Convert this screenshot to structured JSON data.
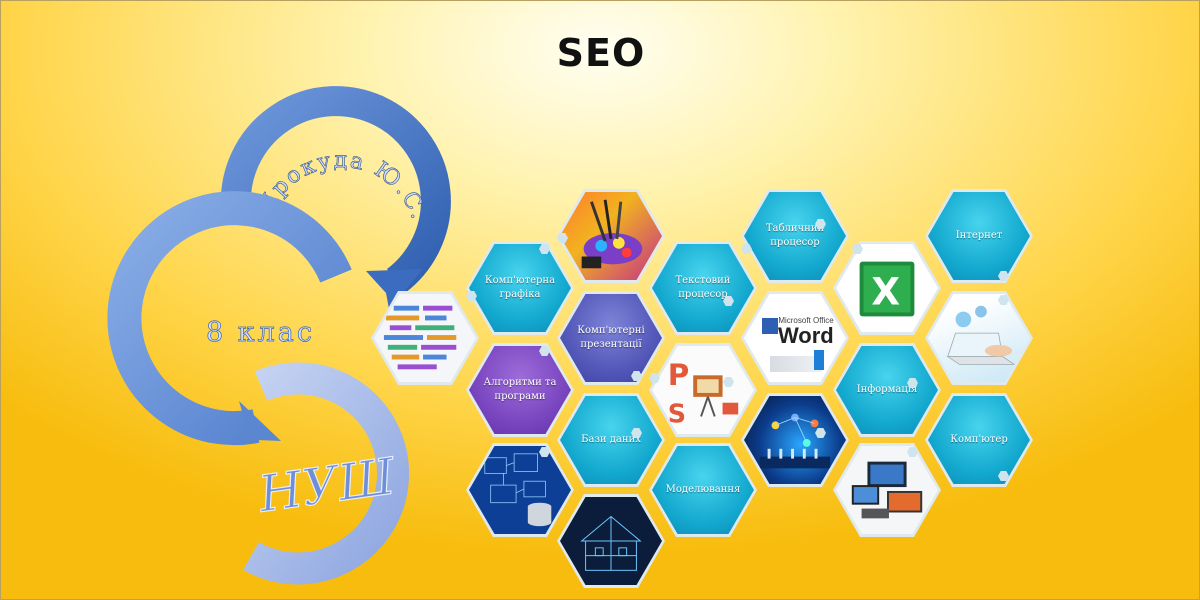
{
  "title": "SEO",
  "arcs": {
    "author": "Прокуда Ю.С.",
    "grade": "8 клас",
    "school": "НУШ"
  },
  "hexes": {
    "graphics": "Комп'ютерна графіка",
    "text_processor": "Текстовий процесор",
    "spreadsheet": "Табличний процесор",
    "internet": "Інтернет",
    "presentations": "Комп'ютерні презентації",
    "algorithms": "Алгоритми та програми",
    "databases": "Бази даних",
    "information": "Інформація",
    "computer": "Комп'ютер",
    "modeling": "Моделювання"
  },
  "images": {
    "word_logo_top": "Microsoft Office",
    "word_logo_bottom": "Word"
  },
  "colors": {
    "background": "#ffd54a",
    "cyan_hex": "#14a9cf",
    "purple_hex": "#5357b8",
    "violet_hex": "#7a46c0",
    "arc_dark": "#3f74c4",
    "arc_light": "#9fb4e6"
  }
}
